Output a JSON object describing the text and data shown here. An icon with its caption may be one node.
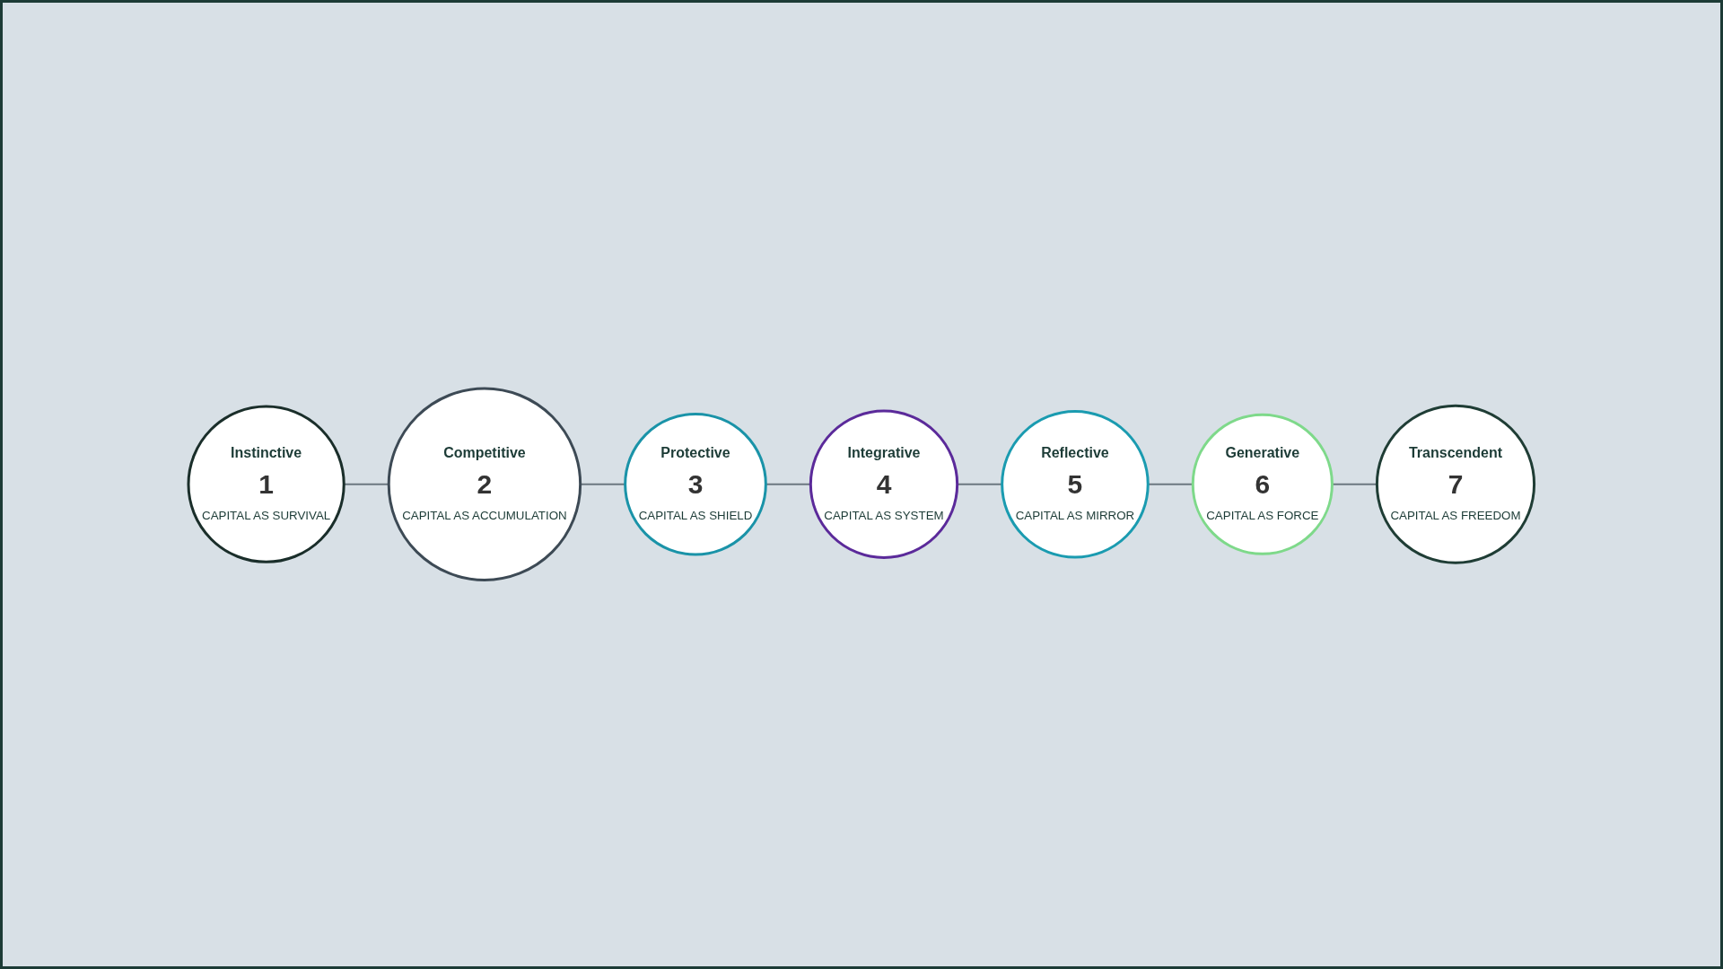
{
  "diagram": {
    "nodes": [
      {
        "text": [
          "Instinctive",
          "1",
          "CAPITAL AS SURVIVAL"
        ]
      },
      {
        "text": [
          "Competitive",
          "2",
          "CAPITAL AS ACCUMULATION"
        ]
      },
      {
        "text": [
          "Protective",
          "3",
          "CAPITAL AS SHIELD"
        ]
      },
      {
        "text": [
          "Integrative",
          "4",
          "CAPITAL AS SYSTEM"
        ]
      },
      {
        "text": [
          "Reflective",
          "5",
          "CAPITAL AS MIRROR"
        ]
      },
      {
        "text": [
          "Generative",
          "6",
          "CAPITAL AS FORCE"
        ]
      },
      {
        "text": [
          "Transcendent",
          "7",
          "CAPITAL AS FREEDOM"
        ]
      }
    ],
    "edges": [
      {
        "from": 0,
        "to": 1,
        "arrow": "none"
      },
      {
        "from": 1,
        "to": 2,
        "arrow": "none"
      },
      {
        "from": 2,
        "to": 3,
        "arrow": "none"
      },
      {
        "from": 3,
        "to": 4,
        "arrow": "none"
      },
      {
        "from": 4,
        "to": 5,
        "arrow": "none"
      },
      {
        "from": 5,
        "to": 6,
        "arrow": "none"
      }
    ]
  }
}
